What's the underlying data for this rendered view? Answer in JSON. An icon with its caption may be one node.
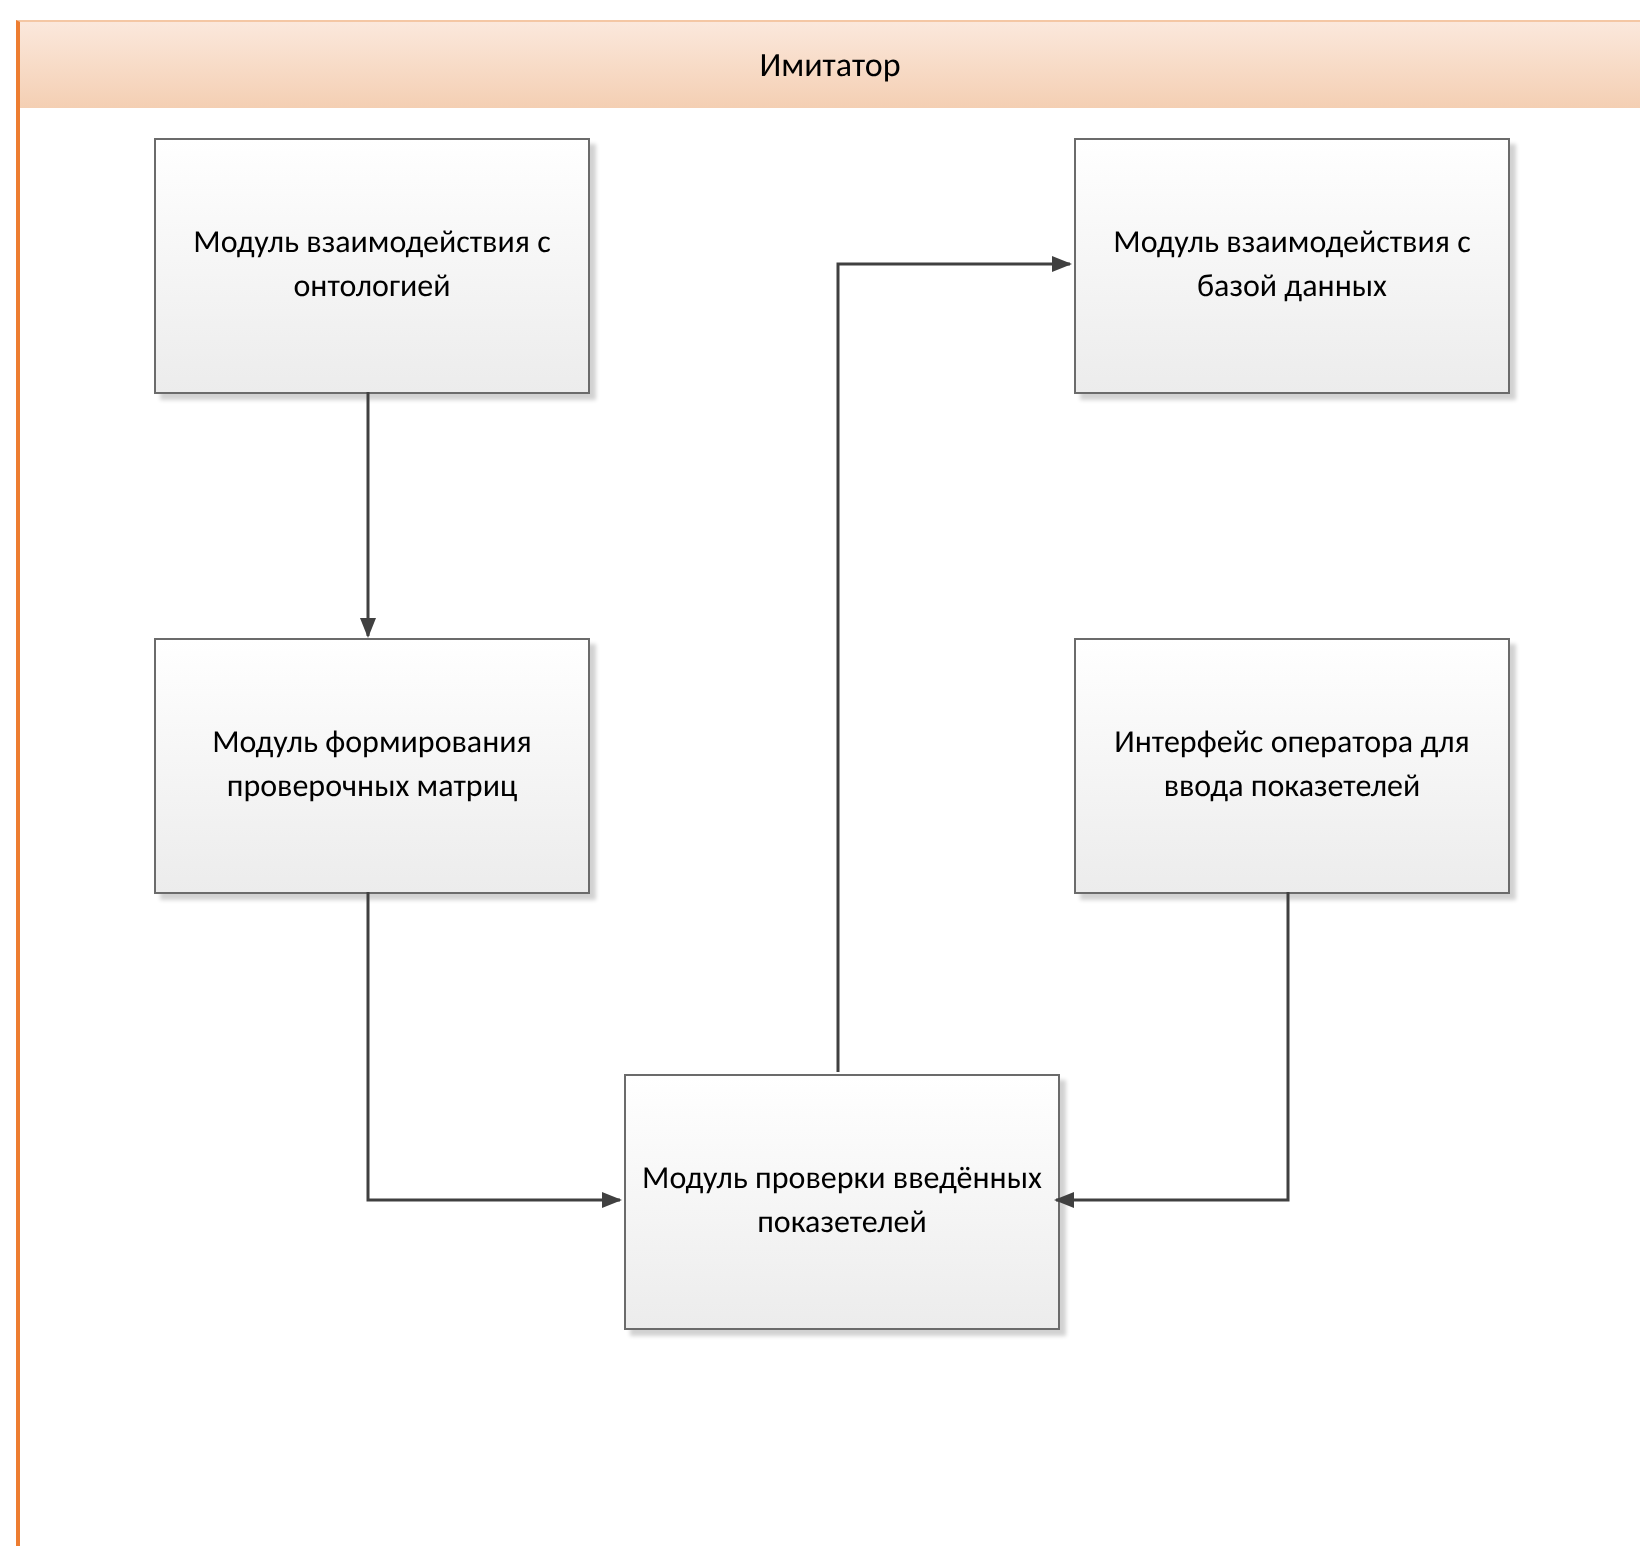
{
  "diagram": {
    "nodes": [
      {
        "text": [
          "Имитатор"
        ]
      },
      {
        "text": [
          "Модуль взаимодействия с онтологией"
        ],
        "in": 0
      },
      {
        "text": [
          "Модуль взаимодействия с базой данных"
        ],
        "in": 0
      },
      {
        "text": [
          "Модуль формирования проверочных матриц"
        ],
        "in": 0
      },
      {
        "text": [
          "Интерфейс оператора для ввода показетелей"
        ],
        "in": 0
      },
      {
        "text": [
          "Модуль проверки введённых показетелей"
        ],
        "in": 0
      }
    ],
    "edges": [
      {
        "from": 1,
        "to": 3,
        "arrow": "to"
      },
      {
        "from": 3,
        "to": 5,
        "arrow": "to"
      },
      {
        "from": 4,
        "to": 5,
        "arrow": "to"
      },
      {
        "from": 5,
        "to": 2,
        "arrow": "to"
      }
    ]
  }
}
